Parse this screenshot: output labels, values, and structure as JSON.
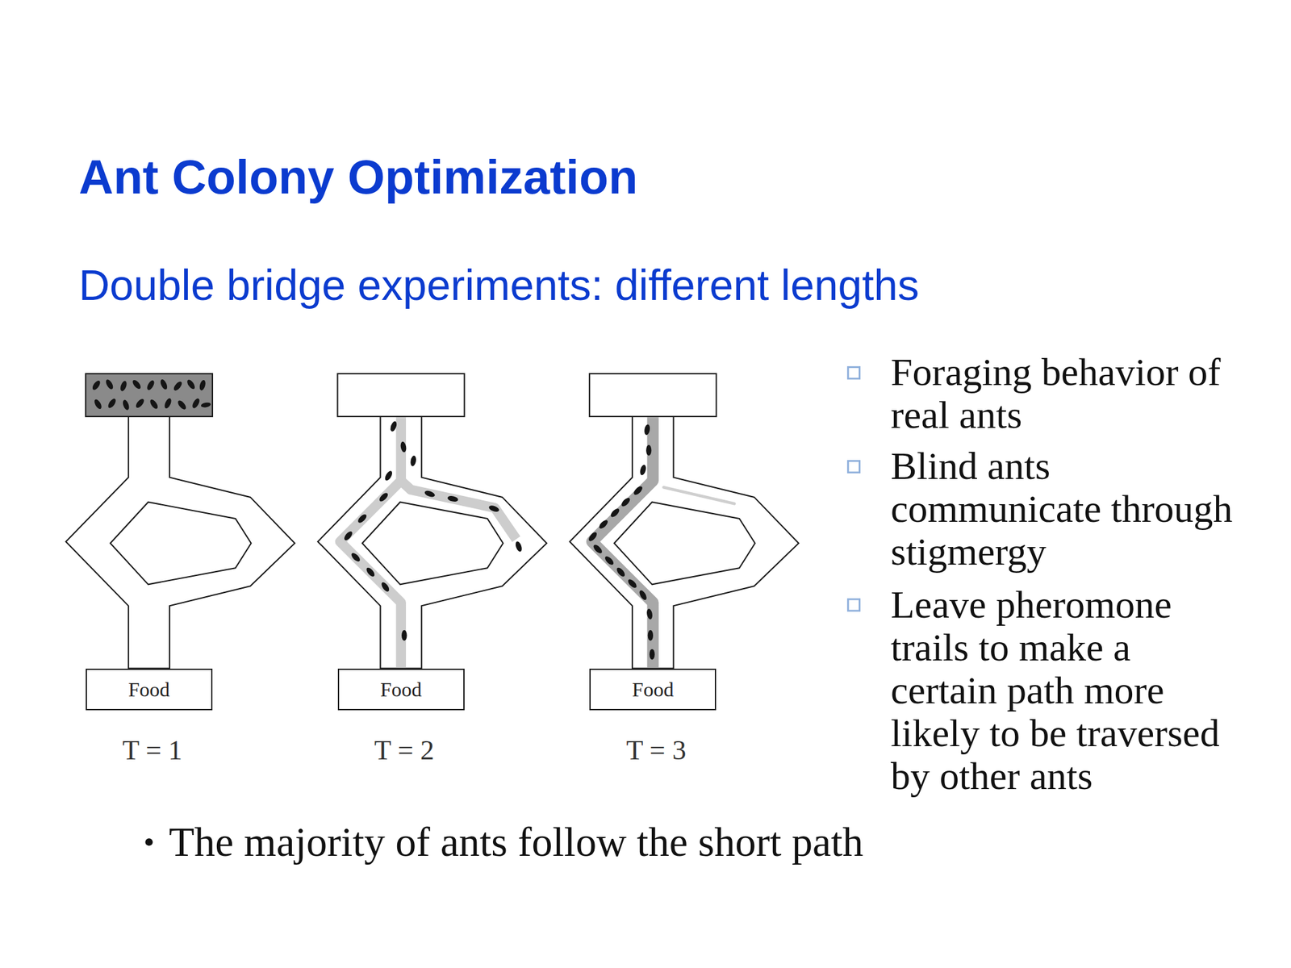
{
  "diagram": {
    "title": "Ant Colony Optimization",
    "nodes": [
      {
        "text": [
          "Food"
        ]
      },
      {
        "text": [
          "Food"
        ]
      },
      {
        "text": [
          "Food"
        ]
      }
    ],
    "labels": [
      "Double bridge experiments: different lengths",
      "T = 1",
      "T = 2",
      "T = 3",
      "Foraging behavior of real ants",
      "Blind ants communicate through stigmergy",
      "Leave pheromone trails to make a certain path more likely to be traversed by other ants",
      "The majority of ants follow the short path"
    ]
  }
}
